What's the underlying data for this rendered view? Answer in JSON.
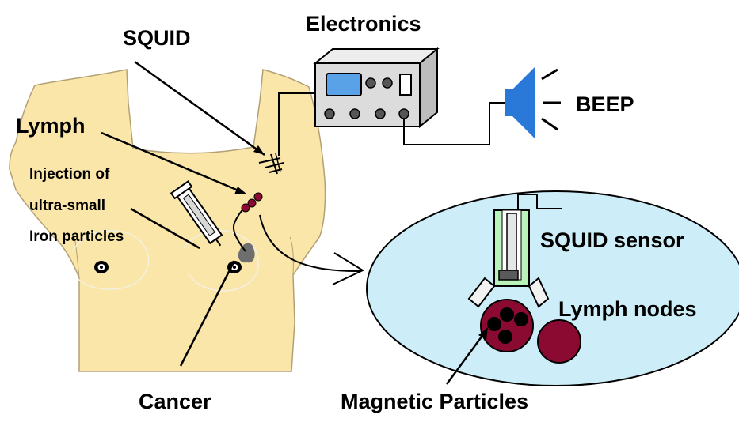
{
  "labels": {
    "squid": "SQUID",
    "electronics": "Electronics",
    "beep": "BEEP",
    "lymph": "Lymph",
    "injection_line1": "Injection of",
    "injection_line2": "ultra-small",
    "injection_line3": "Iron particles",
    "squid_sensor": "SQUID sensor",
    "lymph_nodes": "Lymph nodes",
    "cancer": "Cancer",
    "magnetic_particles": "Magnetic Particles"
  },
  "colors": {
    "skin": "#fae6a8",
    "ellipse_fill": "#cdeef8",
    "node": "#8a0a32",
    "speaker": "#2a78d8",
    "screen": "#5aa2e8",
    "device": "#dcdcdc",
    "sensor_tube": "#baf3ba"
  },
  "icons": {
    "speaker": "speaker-icon",
    "syringe": "syringe-icon",
    "electronics": "electronics-box-icon",
    "squid_coil": "squid-coil-icon",
    "sensor": "squid-sensor-icon"
  }
}
